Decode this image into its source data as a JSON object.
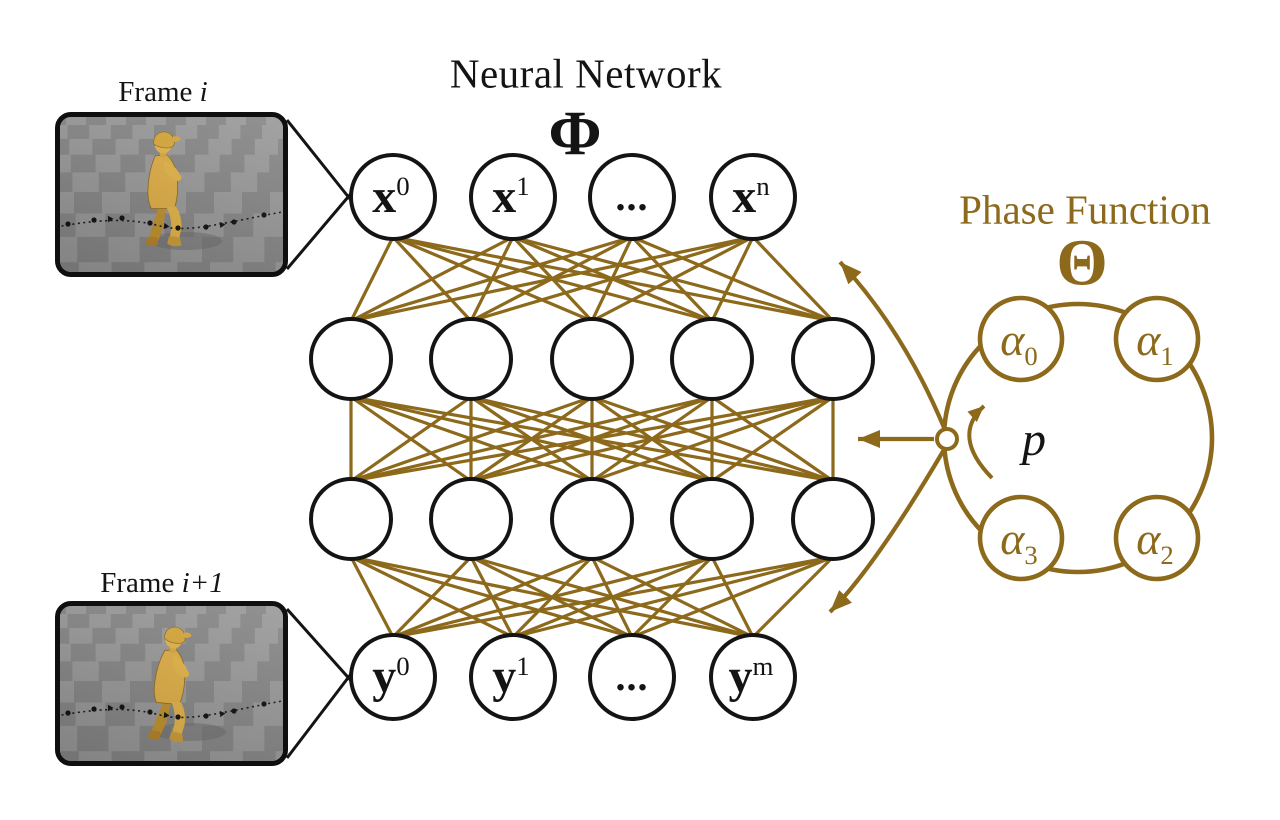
{
  "colors": {
    "gold": "#8c691b",
    "ink": "#141414"
  },
  "neural_network": {
    "title": "Neural Network",
    "symbol": "Φ",
    "input_nodes": [
      {
        "base": "x",
        "sup": "0"
      },
      {
        "base": "x",
        "sup": "1"
      },
      {
        "base": "...",
        "sup": ""
      },
      {
        "base": "x",
        "sup": "n"
      }
    ],
    "output_nodes": [
      {
        "base": "y",
        "sup": "0"
      },
      {
        "base": "y",
        "sup": "1"
      },
      {
        "base": "...",
        "sup": ""
      },
      {
        "base": "y",
        "sup": "m"
      }
    ]
  },
  "phase_function": {
    "title": "Phase Function",
    "symbol": "Θ",
    "alpha_nodes": [
      {
        "base": "α",
        "sub": "0"
      },
      {
        "base": "α",
        "sub": "1"
      },
      {
        "base": "α",
        "sub": "2"
      },
      {
        "base": "α",
        "sub": "3"
      }
    ],
    "phase_label": "p"
  },
  "frames": {
    "top": {
      "prefix": "Frame ",
      "index": "i"
    },
    "bottom": {
      "prefix": "Frame ",
      "index": "i+1"
    }
  }
}
